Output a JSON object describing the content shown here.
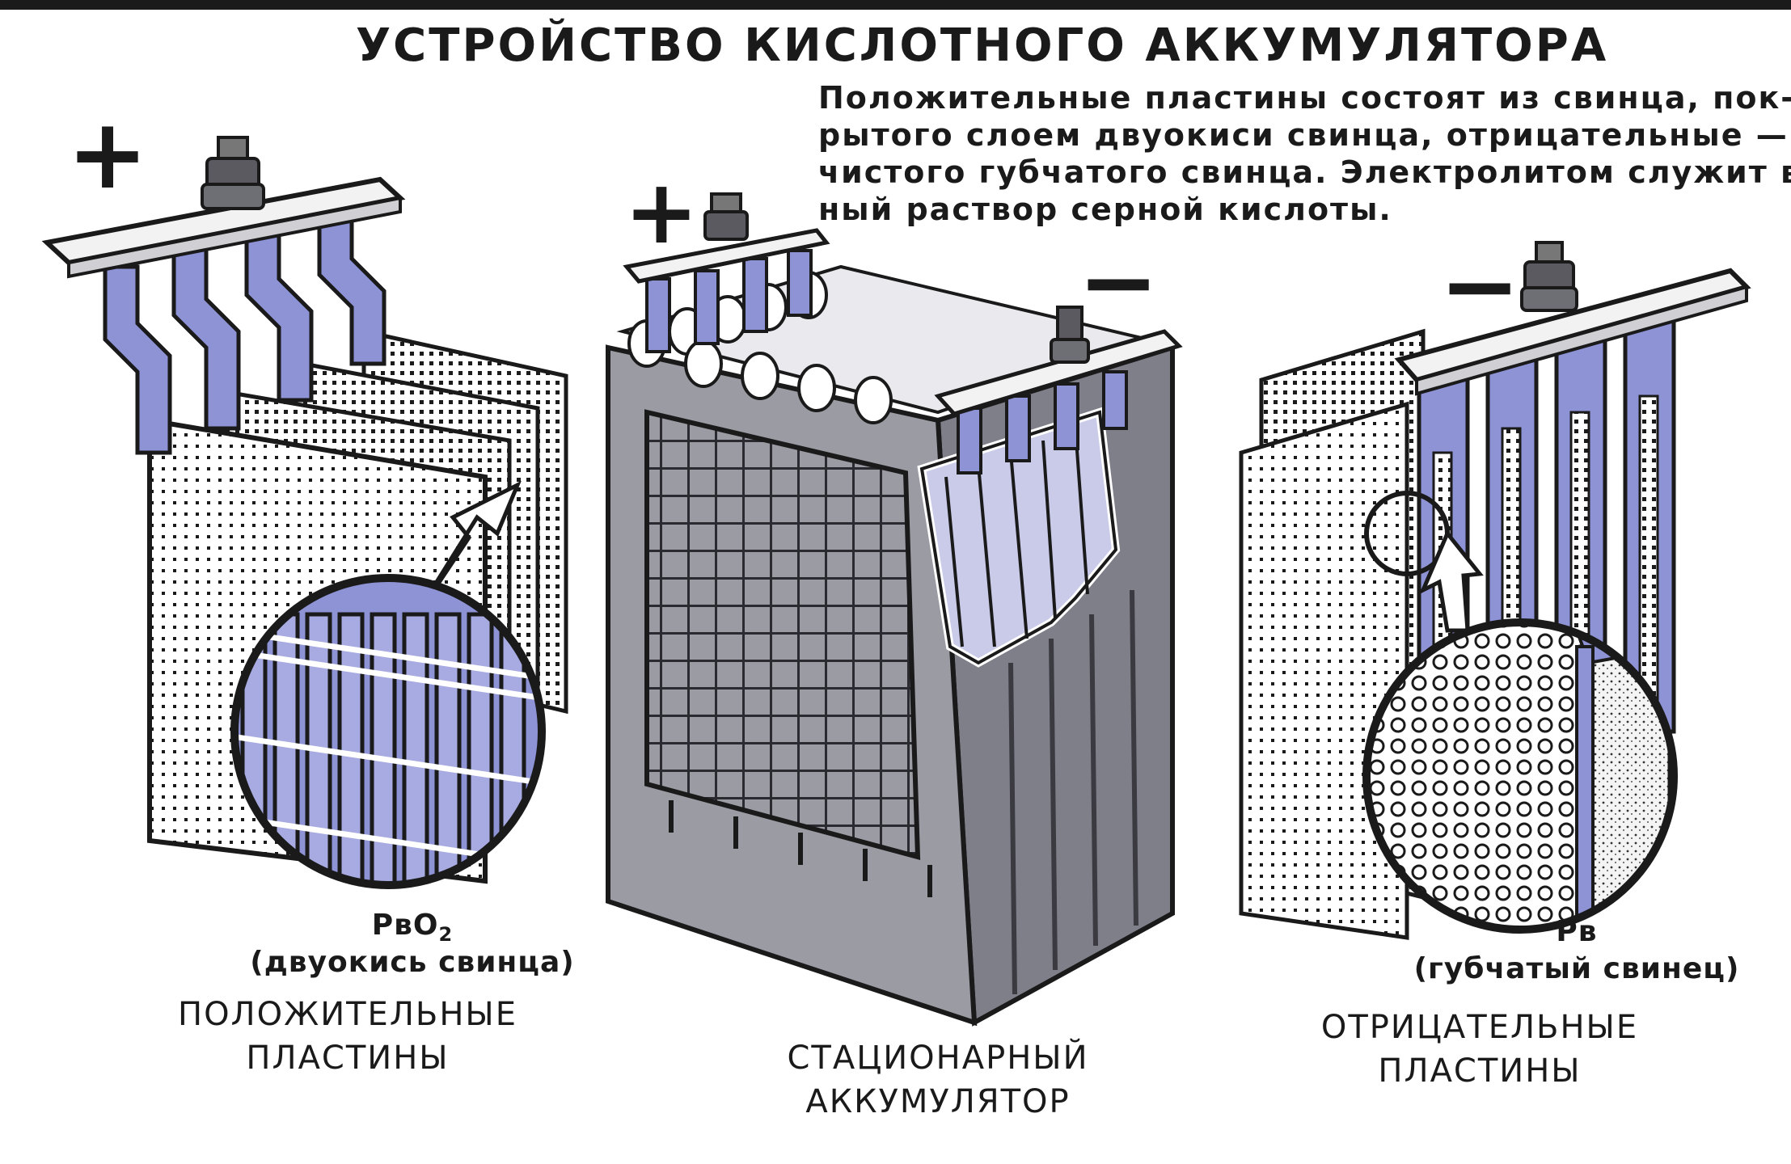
{
  "title": "УСТРОЙСТВО КИСЛОТНОГО АККУМУЛЯТОРА",
  "description": {
    "lines": [
      "Положительные пластины состоят из свинца, пок-",
      "рытого слоем двуокиси свинца, отрицательные — из",
      "чистого губчатого свинца. Электролитом служит вод-",
      "ный раствор серной кислоты."
    ]
  },
  "signs": {
    "plus": "+",
    "minus": "−"
  },
  "positive": {
    "formula_main": "PвO",
    "formula_sub": "2",
    "formula_desc": "(двуокись свинца)",
    "caption_1": "ПОЛОЖИТЕЛЬНЫЕ",
    "caption_2": "ПЛАСТИНЫ"
  },
  "stationary": {
    "caption_1": "СТАЦИОНАРНЫЙ",
    "caption_2": "АККУМУЛЯТОР"
  },
  "negative": {
    "formula_main": "Pв",
    "formula_desc": "(губчатый свинец)",
    "caption_1": "ОТРИЦАТЕЛЬНЫЕ",
    "caption_2": "ПЛАСТИНЫ"
  },
  "colors": {
    "lead_blue": "#8e93d6",
    "lead_blue_dark": "#5d61a8",
    "case_gray": "#9a9ba3",
    "case_dark": "#55565e",
    "ink": "#1a1a1a",
    "paper": "#ffffff"
  }
}
